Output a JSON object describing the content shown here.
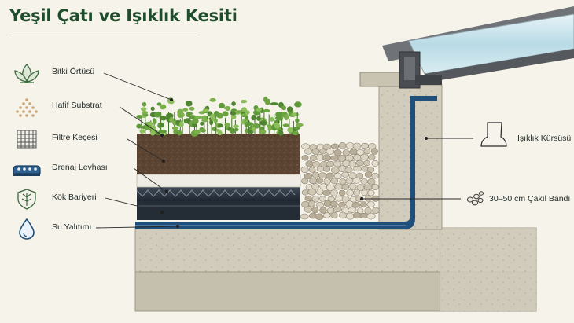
{
  "title": "Yeşil Çatı ve Işıklık Kesiti",
  "layers": [
    {
      "label": "Bitki Örtüsü",
      "icon": "plant-icon"
    },
    {
      "label": "Hafif Substrat",
      "icon": "substrate-dots-icon"
    },
    {
      "label": "Filtre Keçesi",
      "icon": "filter-mesh-icon"
    },
    {
      "label": "Drenaj Levhası",
      "icon": "drainage-board-icon"
    },
    {
      "label": "Kök Bariyeri",
      "icon": "root-shield-icon"
    },
    {
      "label": "Su Yalıtımı",
      "icon": "water-drop-icon"
    }
  ],
  "callouts": [
    {
      "label": "Işıklık Kürsüsü",
      "icon": "curb-icon"
    },
    {
      "label": "30–50 cm Çakıl Bandı",
      "icon": "gravel-icon"
    }
  ],
  "colors": {
    "title": "#1e4d2b",
    "background": "#f6f3ea",
    "concrete": "#d3cdbd",
    "membrane": "#1f4f7a",
    "soil": "#5a4330",
    "plant": "#6fa043"
  }
}
